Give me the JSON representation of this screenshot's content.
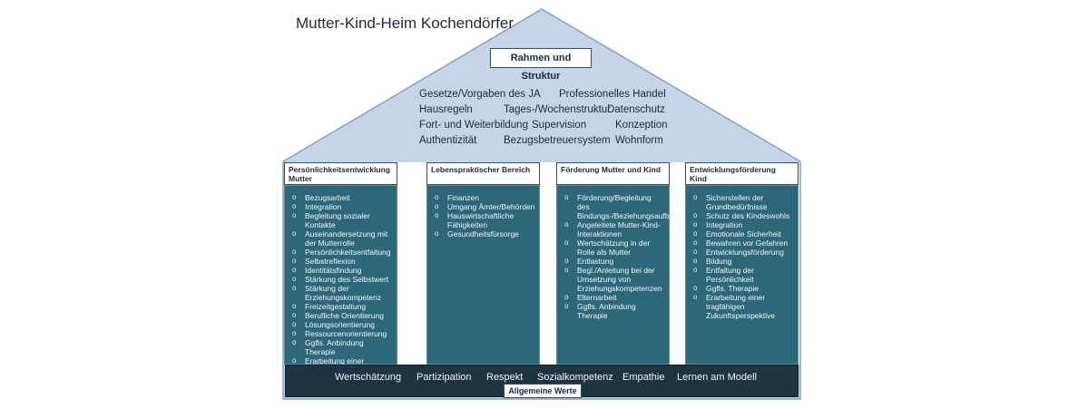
{
  "title": "Mutter-Kind-Heim Kochendörfer",
  "roof": {
    "label": "Rahmen und Struktur",
    "items": [
      "Gesetze/Vorgaben des JA",
      "Professionelles Handel",
      "Hausregeln",
      "Tages-/Wochenstruktur",
      "Datenschutz",
      "Fort- und Weiterbildung",
      "Supervision",
      "Konzeption",
      "Authentizität",
      "Bezugsbetreuersystem",
      "Wohnform"
    ]
  },
  "pillars": [
    {
      "title": "Persönlichkeitsentwicklung Mutter",
      "items": [
        "Bezugsarbeit",
        "Integration",
        "Begleitung sozialer Kontakte",
        "Auseinandersetzung mit der Mutterrolle",
        "Persönlichkeitsentfaltung",
        "Selbstreflexion",
        "Identitätsfindung",
        "Stärkung des Selbstwert",
        "Stärkung der Erziehungskompetenz",
        "Freizeitgestaltung",
        "Berufliche Orientierung",
        "Lösungsorientierung",
        "Ressourcenorientierung",
        "Ggfls. Anbindung Therapie",
        "Erarbeitung einer tragfähigen Zukunftsperspektive"
      ]
    },
    {
      "title": "Lebenspraktischer Bereich",
      "items": [
        "Finanzen",
        "Umgang Ämter/Behörden",
        "Hauswirtschaftliche Fähigkeiten",
        "Gesundheitsfürsorge"
      ]
    },
    {
      "title": "Förderung Mutter und Kind",
      "items": [
        "Förderung/Begleitung des Bindungs-/Beziehungsaufbaus",
        "Angeleitete Mutter-Kind-Interaktionen",
        "Wertschätzung in der Rolle als Mutter",
        "Entlastung",
        "Begl./Anleitung bei der Umsetzung von Erziehungskompetenzen",
        "Elternarbeit",
        "Ggfls. Anbindung Therapie"
      ]
    },
    {
      "title": "Entwicklungsförderung Kind",
      "items": [
        "Sicherstellen der Grundbedürfnisse",
        "Schutz des Kindeswohls",
        "Integration",
        "Emotionale Sicherheit",
        "Bewahren vor Gefahren",
        "Entwicklungsförderung",
        "Bildung",
        "Entfaltung der Persönlichkeit",
        "Ggfls. Therapie",
        "Erarbeitung einer tragfähigen Zukunftsperspektive"
      ]
    }
  ],
  "foundation": {
    "label": "Allgemeine Werte",
    "values": [
      "Wertschätzung",
      "Partizipation",
      "Respekt",
      "Sozialkompetenz",
      "Empathie",
      "Lernen am Modell"
    ]
  },
  "bullet_symbol": "o",
  "colors": {
    "roof_fill": "#c5d5e7",
    "pillar_fill": "#2e6779",
    "foundation_fill": "#1e3541",
    "outline": "#8aa2b8"
  }
}
